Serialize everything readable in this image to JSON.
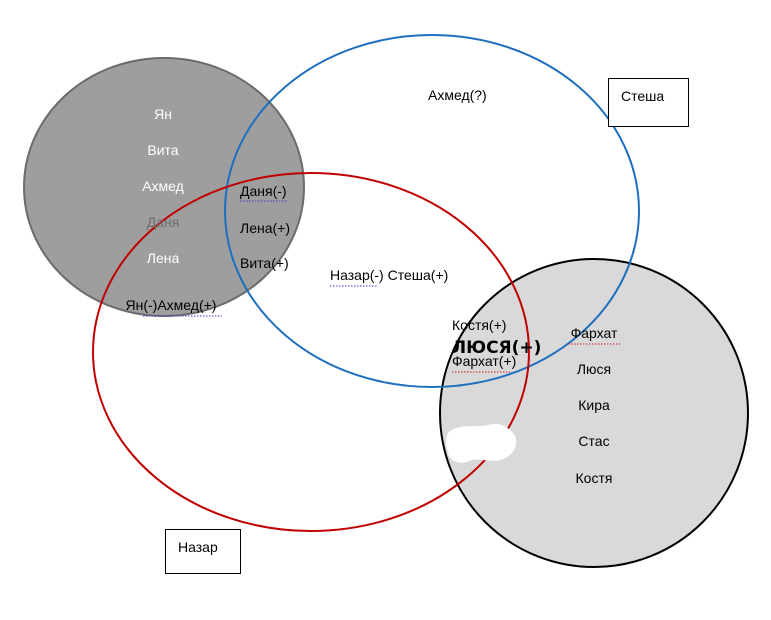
{
  "diagram": {
    "labels": {
      "stesha_box": "Стеша",
      "nazar_box": "Назар"
    },
    "dark_circle_names": [
      "Ян",
      "Вита",
      "Ахмед",
      "Даня",
      "Лена"
    ],
    "dark_circle_bottom": "Ян(-)Ахмед(+)",
    "overlap_dark_blue": [
      "Даня(-)",
      "Лена(+)",
      "Вита(+)"
    ],
    "blue_top": "Ахмед(?)",
    "center_text": "Назар(-) Стеша(+)",
    "overlap_right": {
      "kostya": "Костя(+)",
      "lyusya_handwritten": "ЛЮСЯ(+)",
      "farhat": "Фархат(+)"
    },
    "light_circle_names": [
      "Фархат",
      "Люся",
      "Кира",
      "Стас",
      "Костя"
    ],
    "colors": {
      "dark_circle": "#9e9e9e",
      "light_circle": "#d9d9d9",
      "blue_outline": "#1f6fbf",
      "red_outline": "#c00000"
    }
  }
}
